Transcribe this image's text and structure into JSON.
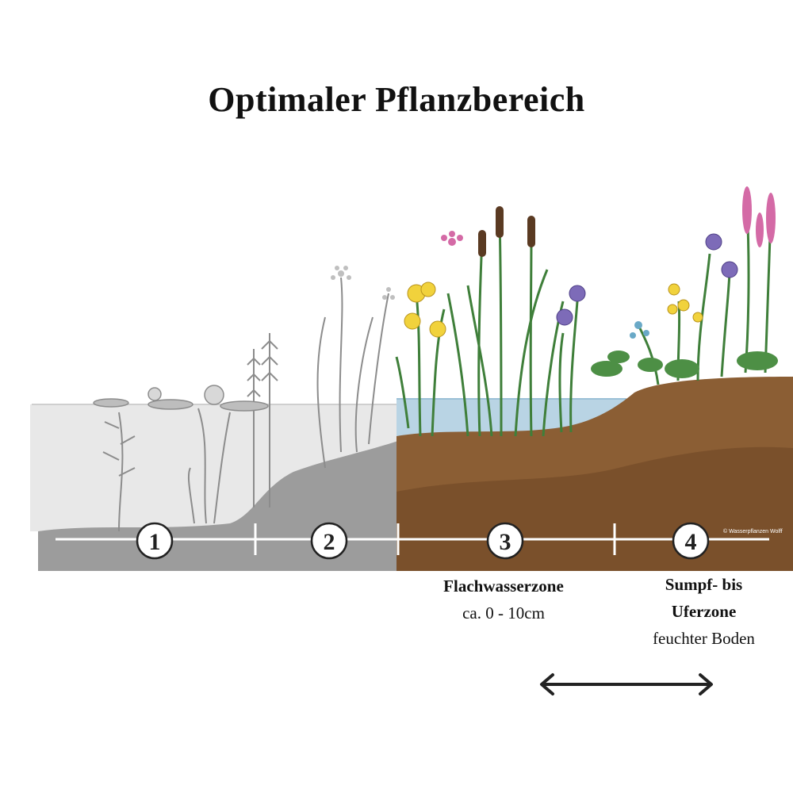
{
  "title": "Optimaler Pflanzbereich",
  "zones": [
    {
      "number": "1"
    },
    {
      "number": "2"
    },
    {
      "number": "3",
      "name": "Flachwasserzone",
      "detail_prefix": "ca.",
      "detail": "0 - 10cm"
    },
    {
      "number": "4",
      "name_line1": "Sumpf- bis",
      "name_line2": "Uferzone",
      "detail": "feuchter Boden"
    }
  ],
  "credit": "© Wasserpflanzen Wolff",
  "colors": {
    "soil": "#8b5e34",
    "soil_dark": "#6e4524",
    "water": "#b9d4e4",
    "grey_soil": "#9a9a9a",
    "grey_water": "#e6e6e6",
    "plant_green": "#3f7f3a",
    "iris_yellow": "#f1d23c",
    "iris_purple": "#7d6bb8",
    "loosestrife": "#d46aa6",
    "cattail": "#5a3a22"
  },
  "icons": [
    "double-arrow-icon"
  ]
}
